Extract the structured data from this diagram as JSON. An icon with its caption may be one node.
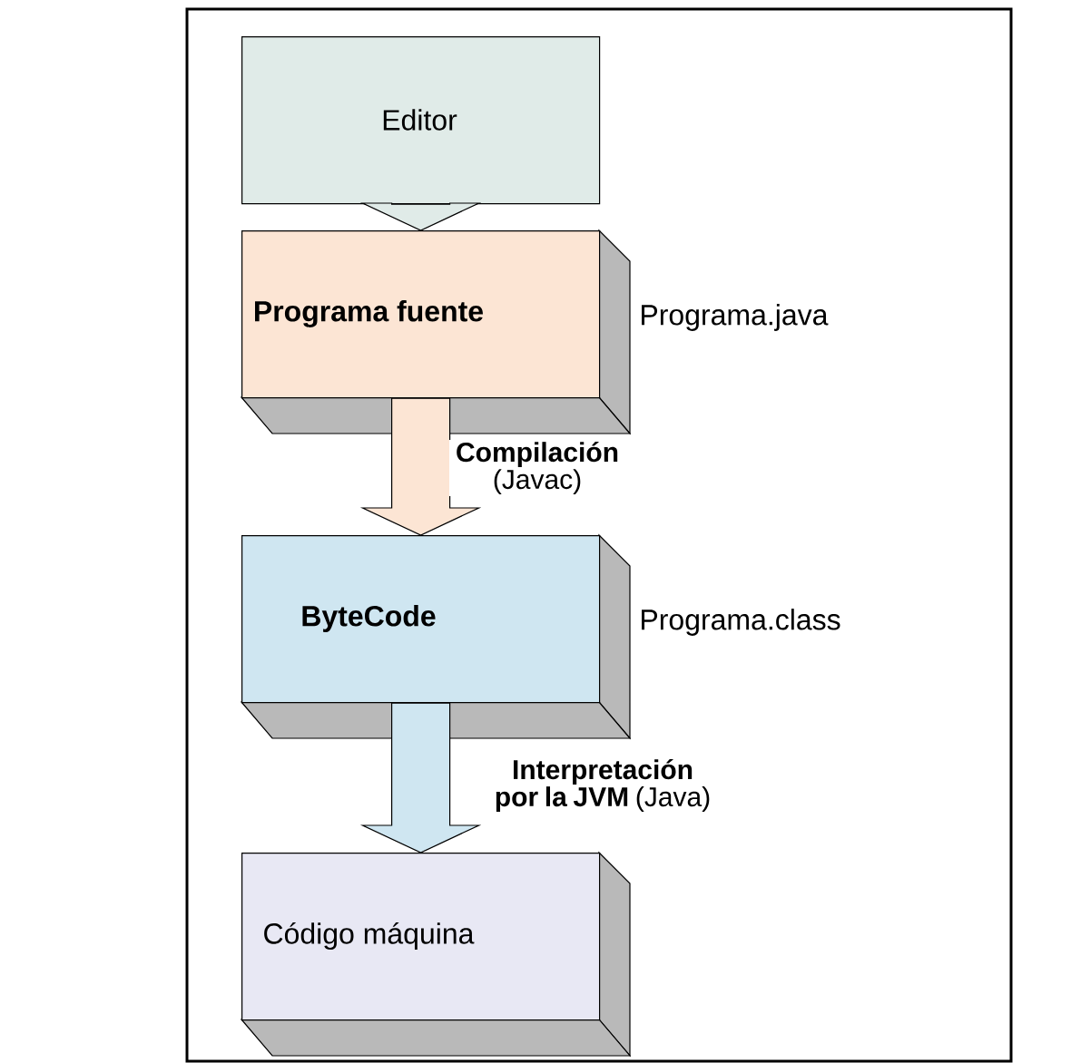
{
  "diagram": {
    "nodes": [
      {
        "text": [
          "Editor"
        ]
      },
      {
        "text": [
          "Programa fuente"
        ],
        "beside": [
          "Programa.java"
        ]
      },
      {
        "text": [
          "ByteCode"
        ],
        "beside": [
          "Programa.class"
        ]
      },
      {
        "text": [
          "Código máquina"
        ]
      }
    ],
    "edges": [
      {
        "from": 0,
        "to": 1,
        "arrow": "to"
      },
      {
        "from": 1,
        "to": 2,
        "arrow": "to",
        "label": "**Compilación** (Javac)"
      },
      {
        "from": 2,
        "to": 3,
        "arrow": "to",
        "label": "**Interpretación por la JVM** (Java)"
      }
    ]
  }
}
